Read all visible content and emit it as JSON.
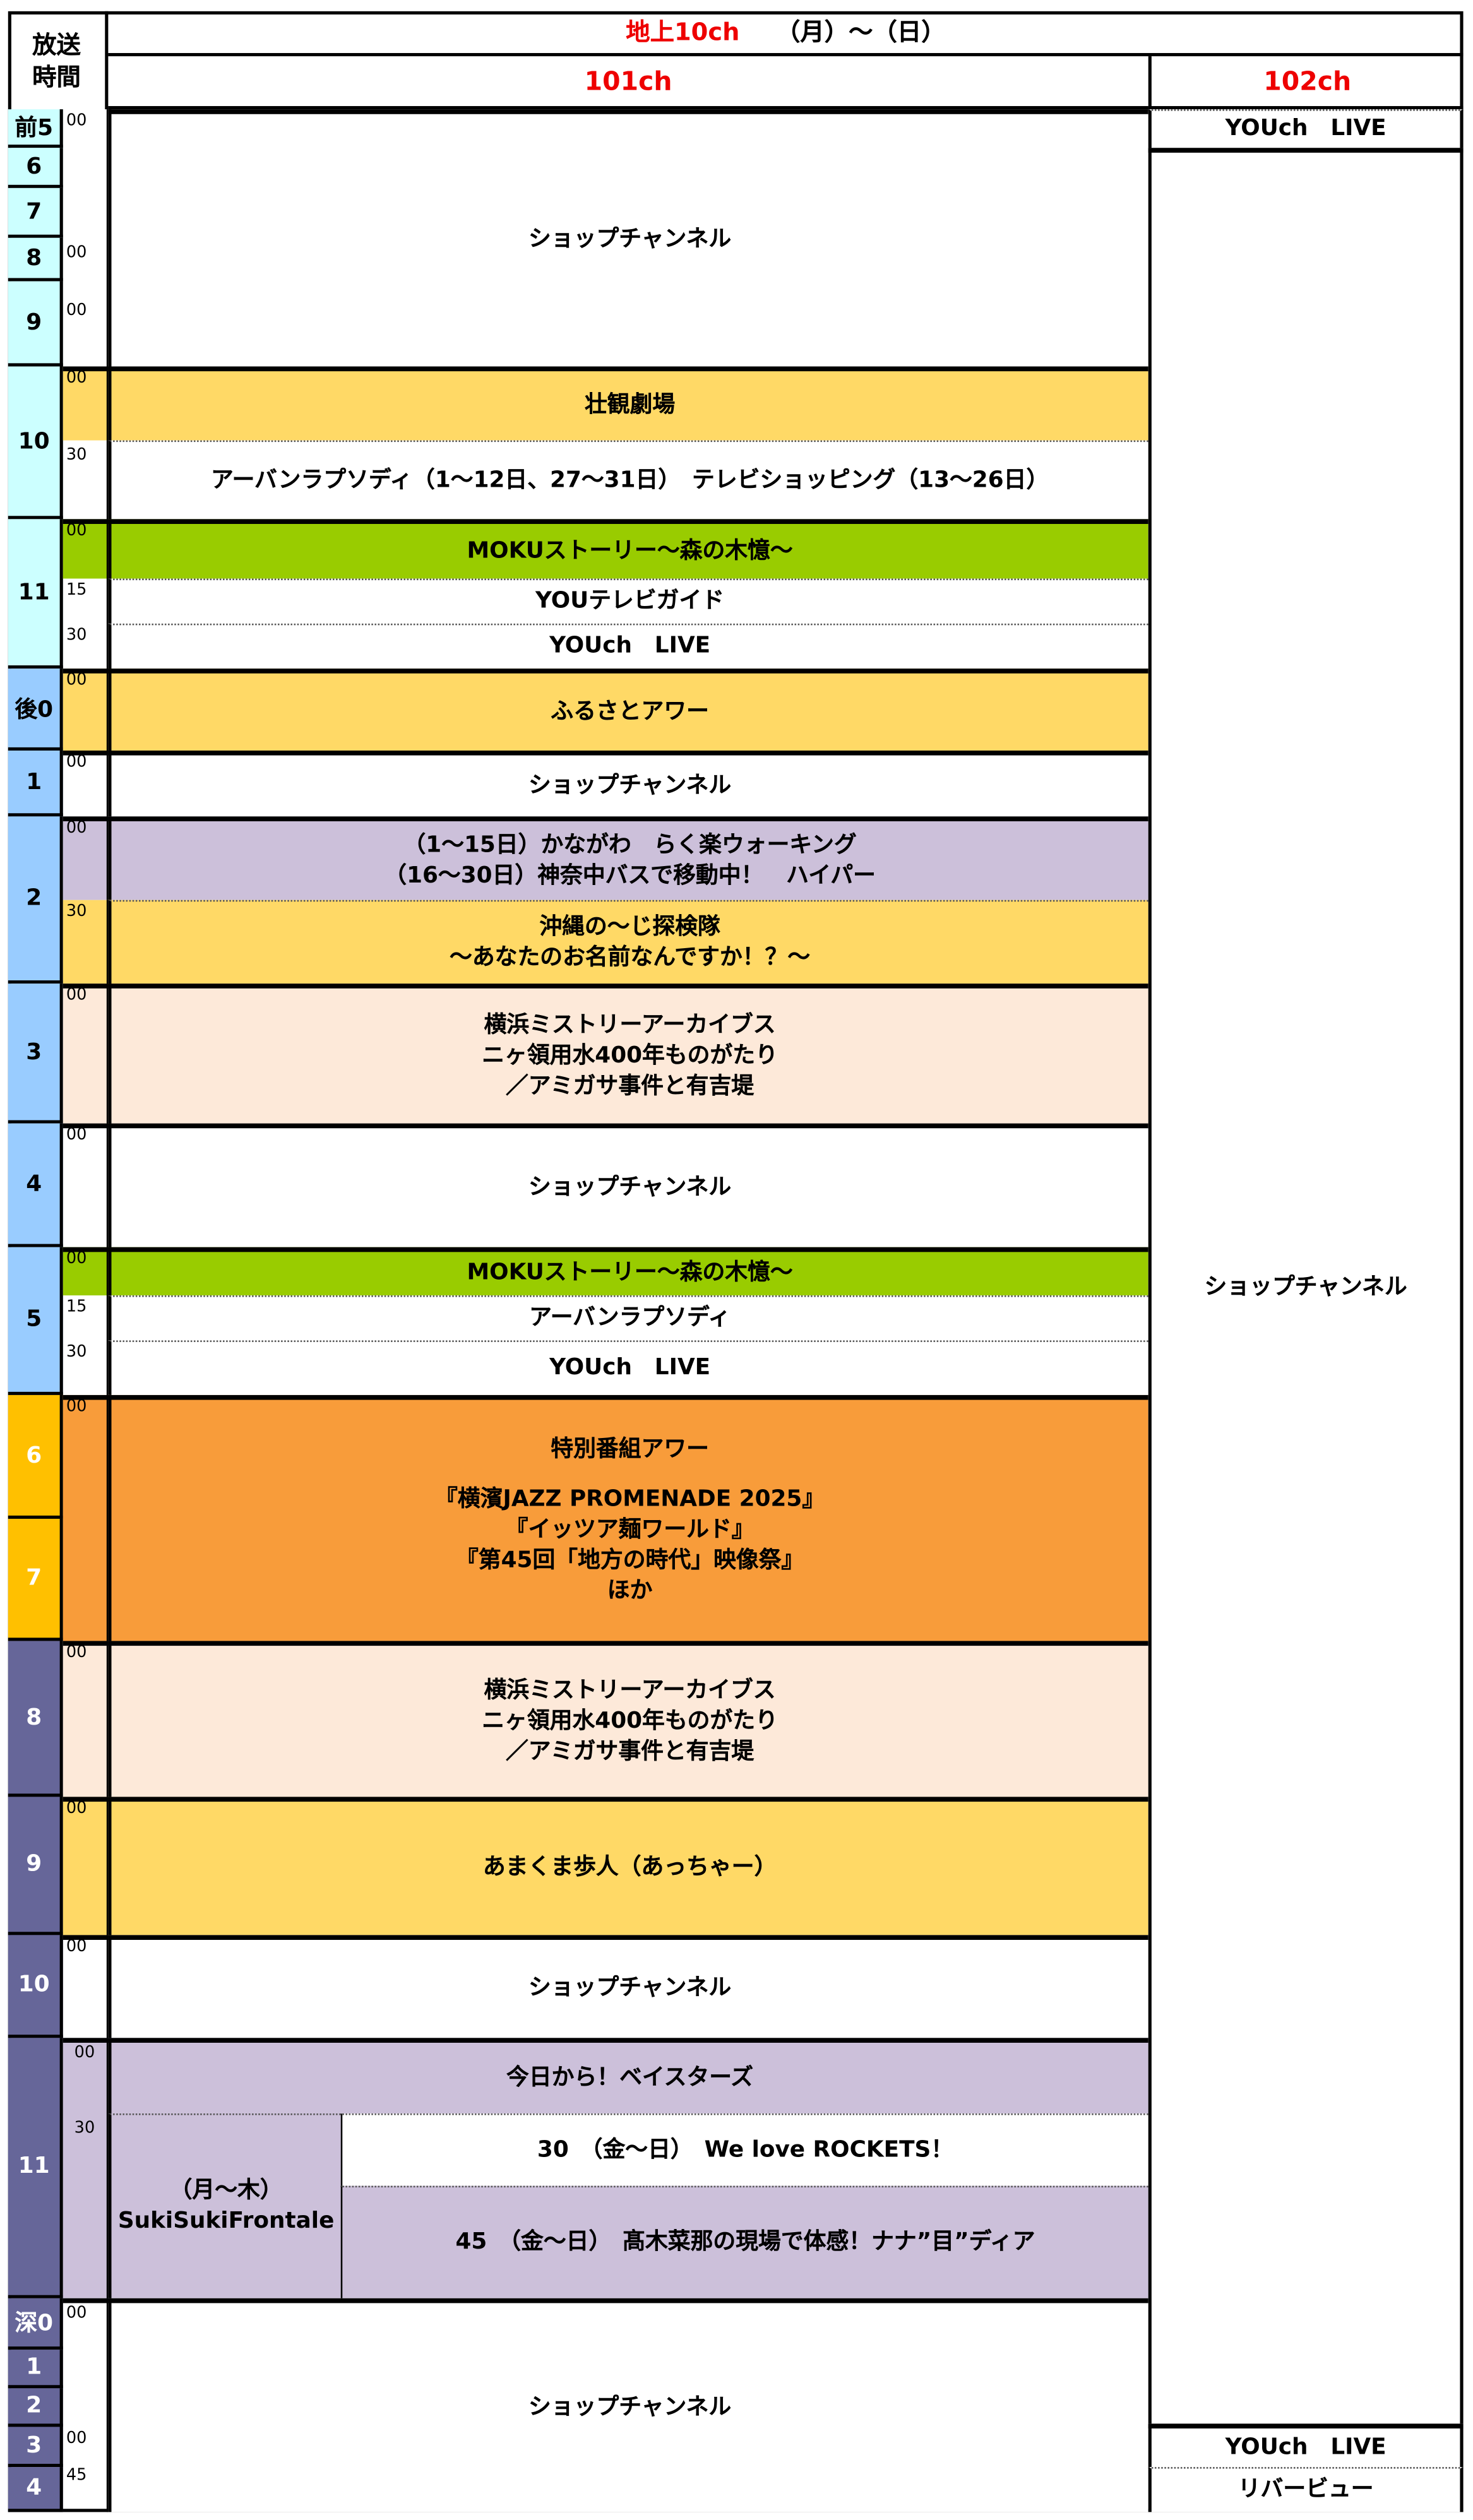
{
  "header": {
    "time_label_1": "放送",
    "time_label_2": "時間",
    "title_channel": "地上10ch",
    "title_days": "（月）～（日）",
    "ch101": "101ch",
    "ch102": "102ch"
  },
  "hours": [
    "前5",
    "6",
    "7",
    "8",
    "9",
    "10",
    "11",
    "後0",
    "1",
    "2",
    "3",
    "4",
    "5",
    "6",
    "7",
    "8",
    "9",
    "10",
    "11",
    "深0",
    "1",
    "2",
    "3",
    "4"
  ],
  "minutes": [
    "00",
    "00",
    "00",
    "00",
    "30",
    "00",
    "15",
    "30",
    "00",
    "00",
    "00",
    "30",
    "00",
    "00",
    "00",
    "15",
    "30",
    "00",
    "00",
    "00",
    "00",
    "00",
    "30",
    "00",
    "00",
    "45"
  ],
  "ch101": [
    {
      "lines": [
        "ショップチャンネル"
      ]
    },
    {
      "lines": [
        "壮観劇場"
      ]
    },
    {
      "lines": [
        "アーバンラプソディ（1～12日、27～31日）　テレビショッピング（13～26日）"
      ]
    },
    {
      "lines": [
        "MOKUストーリー～森の木憶～"
      ]
    },
    {
      "lines": [
        "YOUテレビガイド"
      ]
    },
    {
      "lines": [
        "YOUch　LIVE"
      ]
    },
    {
      "lines": [
        "ふるさとアワー"
      ]
    },
    {
      "lines": [
        "ショップチャンネル"
      ]
    },
    {
      "lines": [
        "（1～15日）かながわ　らく楽ウォーキング",
        "（16～30日）神奈中バスで移動中！　ハイパー"
      ]
    },
    {
      "lines": [
        "沖縄の～じ探検隊",
        "～あなたのお名前なんですか！？～"
      ]
    },
    {
      "lines": [
        "横浜ミストリーアーカイブス",
        "ニヶ領用水400年ものがたり",
        "／アミガサ事件と有吉堤"
      ]
    },
    {
      "lines": [
        "ショップチャンネル"
      ]
    },
    {
      "lines": [
        "MOKUストーリー～森の木憶～"
      ]
    },
    {
      "lines": [
        "アーバンラプソディ"
      ]
    },
    {
      "lines": [
        "YOUch　LIVE"
      ]
    },
    {
      "lines": [
        "特別番組アワー",
        "『横濱JAZZ PROMENADE 2025』",
        "『イッツア麺ワールド』",
        "『第45回「地方の時代」映像祭』",
        "ほか"
      ]
    },
    {
      "lines": [
        "横浜ミストリーアーカイブス",
        "ニヶ領用水400年ものがたり",
        "／アミガサ事件と有吉堤"
      ]
    },
    {
      "lines": [
        "あまくま歩人（あっちゃー）"
      ]
    },
    {
      "lines": [
        "ショップチャンネル"
      ]
    },
    {
      "lines": [
        "今日から！ベイスターズ"
      ]
    },
    {
      "lines": [
        "（月～木）",
        "SukiSukiFrontale"
      ]
    },
    {
      "lines": [
        "30　（金～日）　We love ROCKETS！"
      ]
    },
    {
      "lines": [
        "45　（金～日）　髙木菜那の現場で体感！ナナ”目”ディア"
      ]
    },
    {
      "lines": [
        "ショップチャンネル"
      ]
    }
  ],
  "ch102": [
    {
      "lines": [
        "YOUch　LIVE"
      ]
    },
    {
      "lines": [
        "ショップチャンネル"
      ]
    },
    {
      "lines": [
        "YOUch　LIVE"
      ]
    },
    {
      "lines": [
        "リバービュー"
      ]
    }
  ]
}
